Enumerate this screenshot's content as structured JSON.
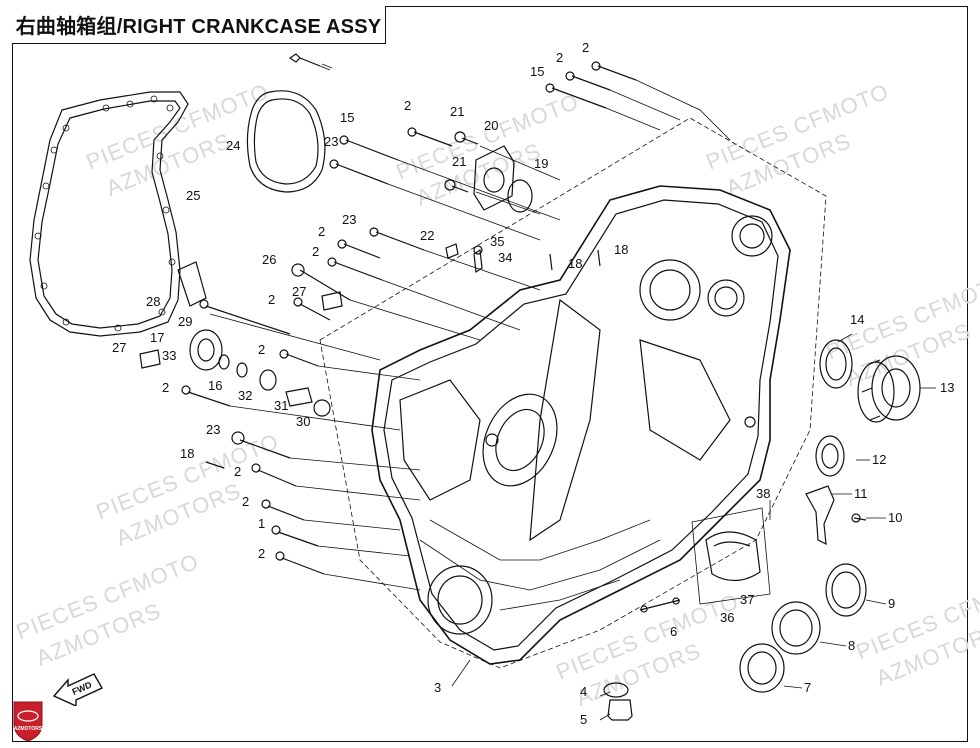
{
  "header": {
    "title": "右曲轴箱组/RIGHT CRANKCASE ASSY"
  },
  "watermark": {
    "line1": "PIECES CFMOTO",
    "line2": "AZMOTORS"
  },
  "badge": {
    "fwd_label": "FWD",
    "logo_text": "AZMOTORS"
  },
  "colors": {
    "line": "#111111",
    "watermark": "#d8d8d8",
    "logo_red": "#c8202a"
  },
  "callouts": [
    {
      "id": "c1",
      "label": "1"
    },
    {
      "id": "c2a",
      "label": "2"
    },
    {
      "id": "c2b",
      "label": "2"
    },
    {
      "id": "c2c",
      "label": "2"
    },
    {
      "id": "c2d",
      "label": "2"
    },
    {
      "id": "c2e",
      "label": "2"
    },
    {
      "id": "c2f",
      "label": "2"
    },
    {
      "id": "c2g",
      "label": "2"
    },
    {
      "id": "c2h",
      "label": "2"
    },
    {
      "id": "c2i",
      "label": "2"
    },
    {
      "id": "c2j",
      "label": "2"
    },
    {
      "id": "c2k",
      "label": "2"
    },
    {
      "id": "c3",
      "label": "3"
    },
    {
      "id": "c4",
      "label": "4"
    },
    {
      "id": "c5",
      "label": "5"
    },
    {
      "id": "c6",
      "label": "6"
    },
    {
      "id": "c7",
      "label": "7"
    },
    {
      "id": "c8",
      "label": "8"
    },
    {
      "id": "c9",
      "label": "9"
    },
    {
      "id": "c10",
      "label": "10"
    },
    {
      "id": "c11",
      "label": "11"
    },
    {
      "id": "c12",
      "label": "12"
    },
    {
      "id": "c13",
      "label": "13"
    },
    {
      "id": "c14",
      "label": "14"
    },
    {
      "id": "c15a",
      "label": "15"
    },
    {
      "id": "c15b",
      "label": "15"
    },
    {
      "id": "c16",
      "label": "16"
    },
    {
      "id": "c17",
      "label": "17"
    },
    {
      "id": "c18a",
      "label": "18"
    },
    {
      "id": "c18b",
      "label": "18"
    },
    {
      "id": "c18c",
      "label": "18"
    },
    {
      "id": "c19",
      "label": "19"
    },
    {
      "id": "c20",
      "label": "20"
    },
    {
      "id": "c21a",
      "label": "21"
    },
    {
      "id": "c21b",
      "label": "21"
    },
    {
      "id": "c22",
      "label": "22"
    },
    {
      "id": "c23a",
      "label": "23"
    },
    {
      "id": "c23b",
      "label": "23"
    },
    {
      "id": "c23c",
      "label": "23"
    },
    {
      "id": "c24",
      "label": "24"
    },
    {
      "id": "c25",
      "label": "25"
    },
    {
      "id": "c26",
      "label": "26"
    },
    {
      "id": "c27a",
      "label": "27"
    },
    {
      "id": "c27b",
      "label": "27"
    },
    {
      "id": "c28",
      "label": "28"
    },
    {
      "id": "c29",
      "label": "29"
    },
    {
      "id": "c30",
      "label": "30"
    },
    {
      "id": "c31",
      "label": "31"
    },
    {
      "id": "c32",
      "label": "32"
    },
    {
      "id": "c33",
      "label": "33"
    },
    {
      "id": "c34",
      "label": "34"
    },
    {
      "id": "c35",
      "label": "35"
    },
    {
      "id": "c36",
      "label": "36"
    },
    {
      "id": "c37",
      "label": "37"
    },
    {
      "id": "c38",
      "label": "38"
    }
  ]
}
